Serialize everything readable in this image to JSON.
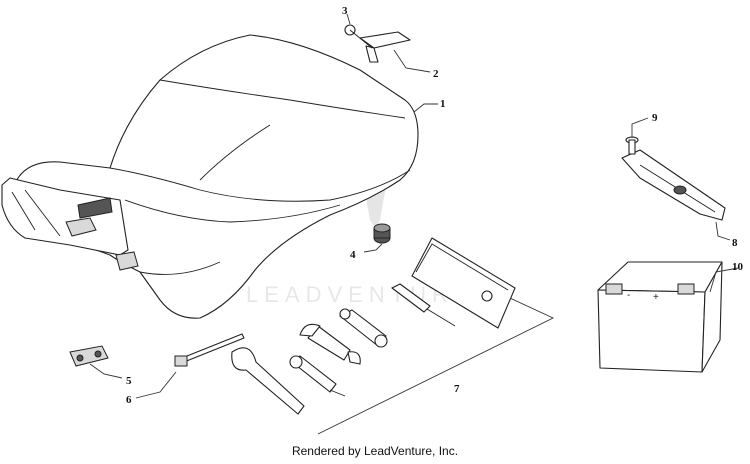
{
  "callouts": {
    "c1": "1",
    "c2": "2",
    "c3": "3",
    "c4": "4",
    "c5": "5",
    "c6": "6",
    "c7": "7",
    "c8": "8",
    "c9": "9",
    "c10": "10"
  },
  "battery_terminals": {
    "neg": "-",
    "pos": "+"
  },
  "watermark": "LEADVENTURE",
  "footer": "Rendered by LeadVenture, Inc."
}
